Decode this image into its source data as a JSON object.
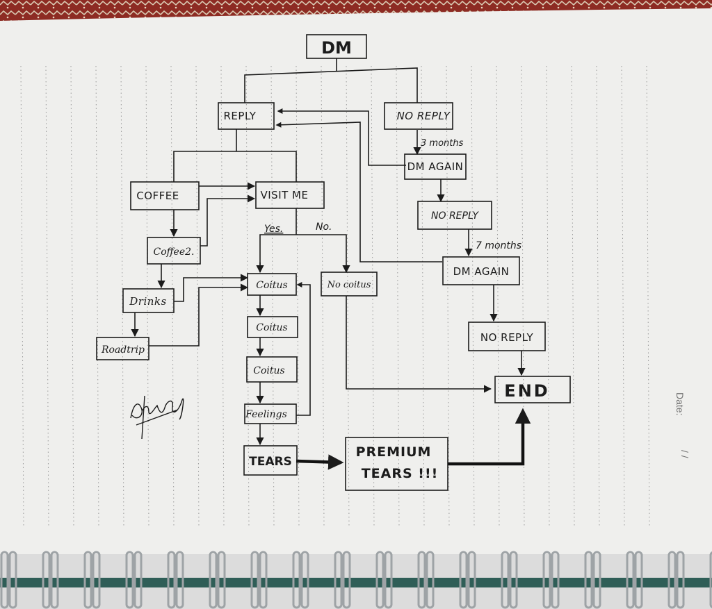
{
  "diagram": {
    "nodes": {
      "dm": "DM",
      "reply": "REPLY",
      "no_reply_1": "NO REPLY",
      "dm_again_1": "DM AGAIN",
      "no_reply_2": "NO REPLY",
      "dm_again_2": "DM AGAIN",
      "no_reply_3": "NO REPLY",
      "end": "END",
      "coffee": "COFFEE",
      "visit_me": "VISIT ME",
      "coffee2": "Coffee2.",
      "drinks": "Drinks",
      "roadtrip": "Roadtrip",
      "coitus_1": "Coitus",
      "coitus_2": "Coitus",
      "coitus_3": "Coitus",
      "feelings": "Feelings",
      "tears": "TEARS",
      "premium_tears_line1": "PREMIUM",
      "premium_tears_line2": "TEARS !!!",
      "no_coitus": "No coitus"
    },
    "edge_labels": {
      "three_months": "3 months",
      "seven_months": "7 months",
      "yes": "Yes.",
      "no": "No."
    }
  },
  "page_margin": {
    "date_label": "Date:",
    "date_slashes": "/      /"
  }
}
